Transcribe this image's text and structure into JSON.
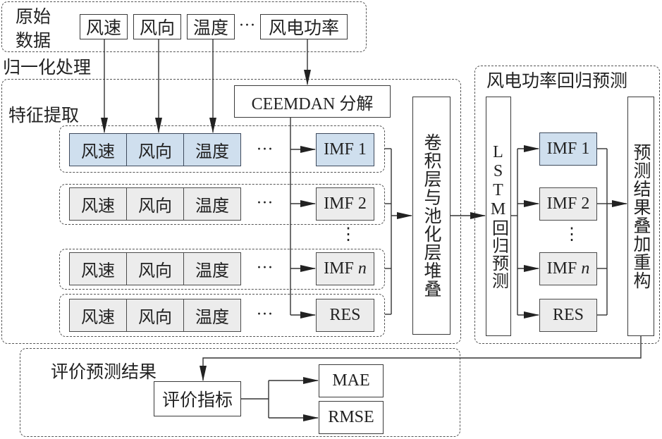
{
  "raw_data": {
    "title": "原始\n数据",
    "title_line1": "原始",
    "title_line2": "数据",
    "items": [
      "风速",
      "风向",
      "温度",
      "风电功率"
    ],
    "ellipsis": "···"
  },
  "normalization_label": "归一化处理",
  "feature_extraction": {
    "title": "特征提取",
    "ceemdan_label": "CEEMDAN 分解",
    "rows": [
      {
        "features": [
          "风速",
          "风向",
          "温度"
        ],
        "ellipsis": "···",
        "component": "IMF 1",
        "highlight": true
      },
      {
        "features": [
          "风速",
          "风向",
          "温度"
        ],
        "ellipsis": "···",
        "component": "IMF 2",
        "highlight": false
      },
      {
        "features": [
          "风速",
          "风向",
          "温度"
        ],
        "ellipsis": "···",
        "component": "IMF n",
        "highlight": false
      },
      {
        "features": [
          "风速",
          "风向",
          "温度"
        ],
        "ellipsis": "···",
        "component": "RES",
        "highlight": false
      }
    ],
    "component_prefix_n": "IMF ",
    "component_n_var": "n",
    "vertical_ellipsis": "⋮"
  },
  "cnn_block": "卷积层与池化层堆叠",
  "regression": {
    "title": "风电功率回归预测",
    "lstm_block": "LSTM回归预测",
    "components": [
      "IMF 1",
      "IMF 2",
      "IMF n",
      "RES"
    ],
    "vertical_ellipsis": "⋮",
    "reconstruct_block": "预测结果叠加重构"
  },
  "evaluation": {
    "title": "评价预测结果",
    "metric_box": "评价指标",
    "metrics": [
      "MAE",
      "RMSE"
    ]
  },
  "colors": {
    "highlight_fill": "#cfdfee",
    "neutral_fill": "#ececec",
    "line": "#333333"
  }
}
